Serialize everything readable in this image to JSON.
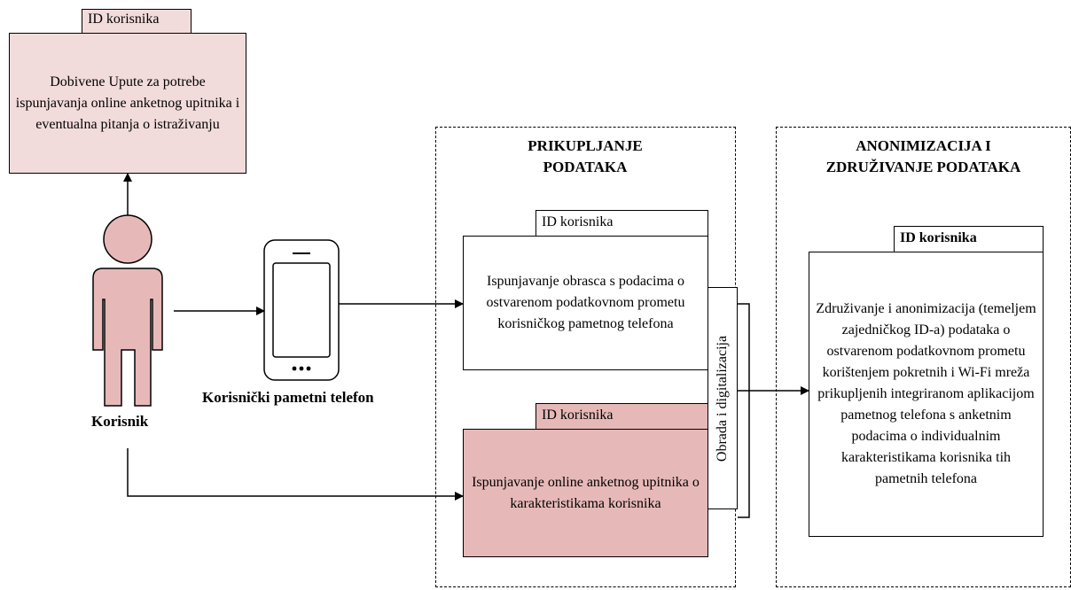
{
  "top_box": {
    "tag": "ID korisnika",
    "text": "Dobivene Upute za potrebe ispunjavanja online anketnog upitnika i eventualna pitanja o istraživanju"
  },
  "user": {
    "label": "Korisnik"
  },
  "phone": {
    "label": "Korisnički pametni telefon"
  },
  "collection_zone": {
    "title": "PRIKUPLJANJE\nPODATAKA",
    "form_tag": "ID korisnika",
    "form_text": "Ispunjavanje obrasca s podacima o ostvarenom podatkovnom prometu korisničkog pametnog telefona",
    "survey_tag": "ID korisnika",
    "survey_text": "Ispunjavanje online anketnog upitnika o karakteristikama korisnika",
    "processing_label": "Obrada i digitalizacija"
  },
  "anon_zone": {
    "title": "ANONIMIZACIJA I\nZDRUŽIVANJE PODATAKA",
    "tag": "ID korisnika",
    "text": "Združivanje i anonimizacija (temeljem zajedničkog ID-a) podataka o ostvarenom podatkovnom prometu korištenjem pokretnih i Wi-Fi mreža prikupljenih integriranom aplikacijom pametnog telefona s anketnim podacima o individualnim karakteristikama korisnika tih pametnih telefona"
  },
  "colors": {
    "pink_light": "#f2dcdb",
    "pink_dark": "#e6b9b8",
    "figure_fill": "#e6b9b8"
  }
}
